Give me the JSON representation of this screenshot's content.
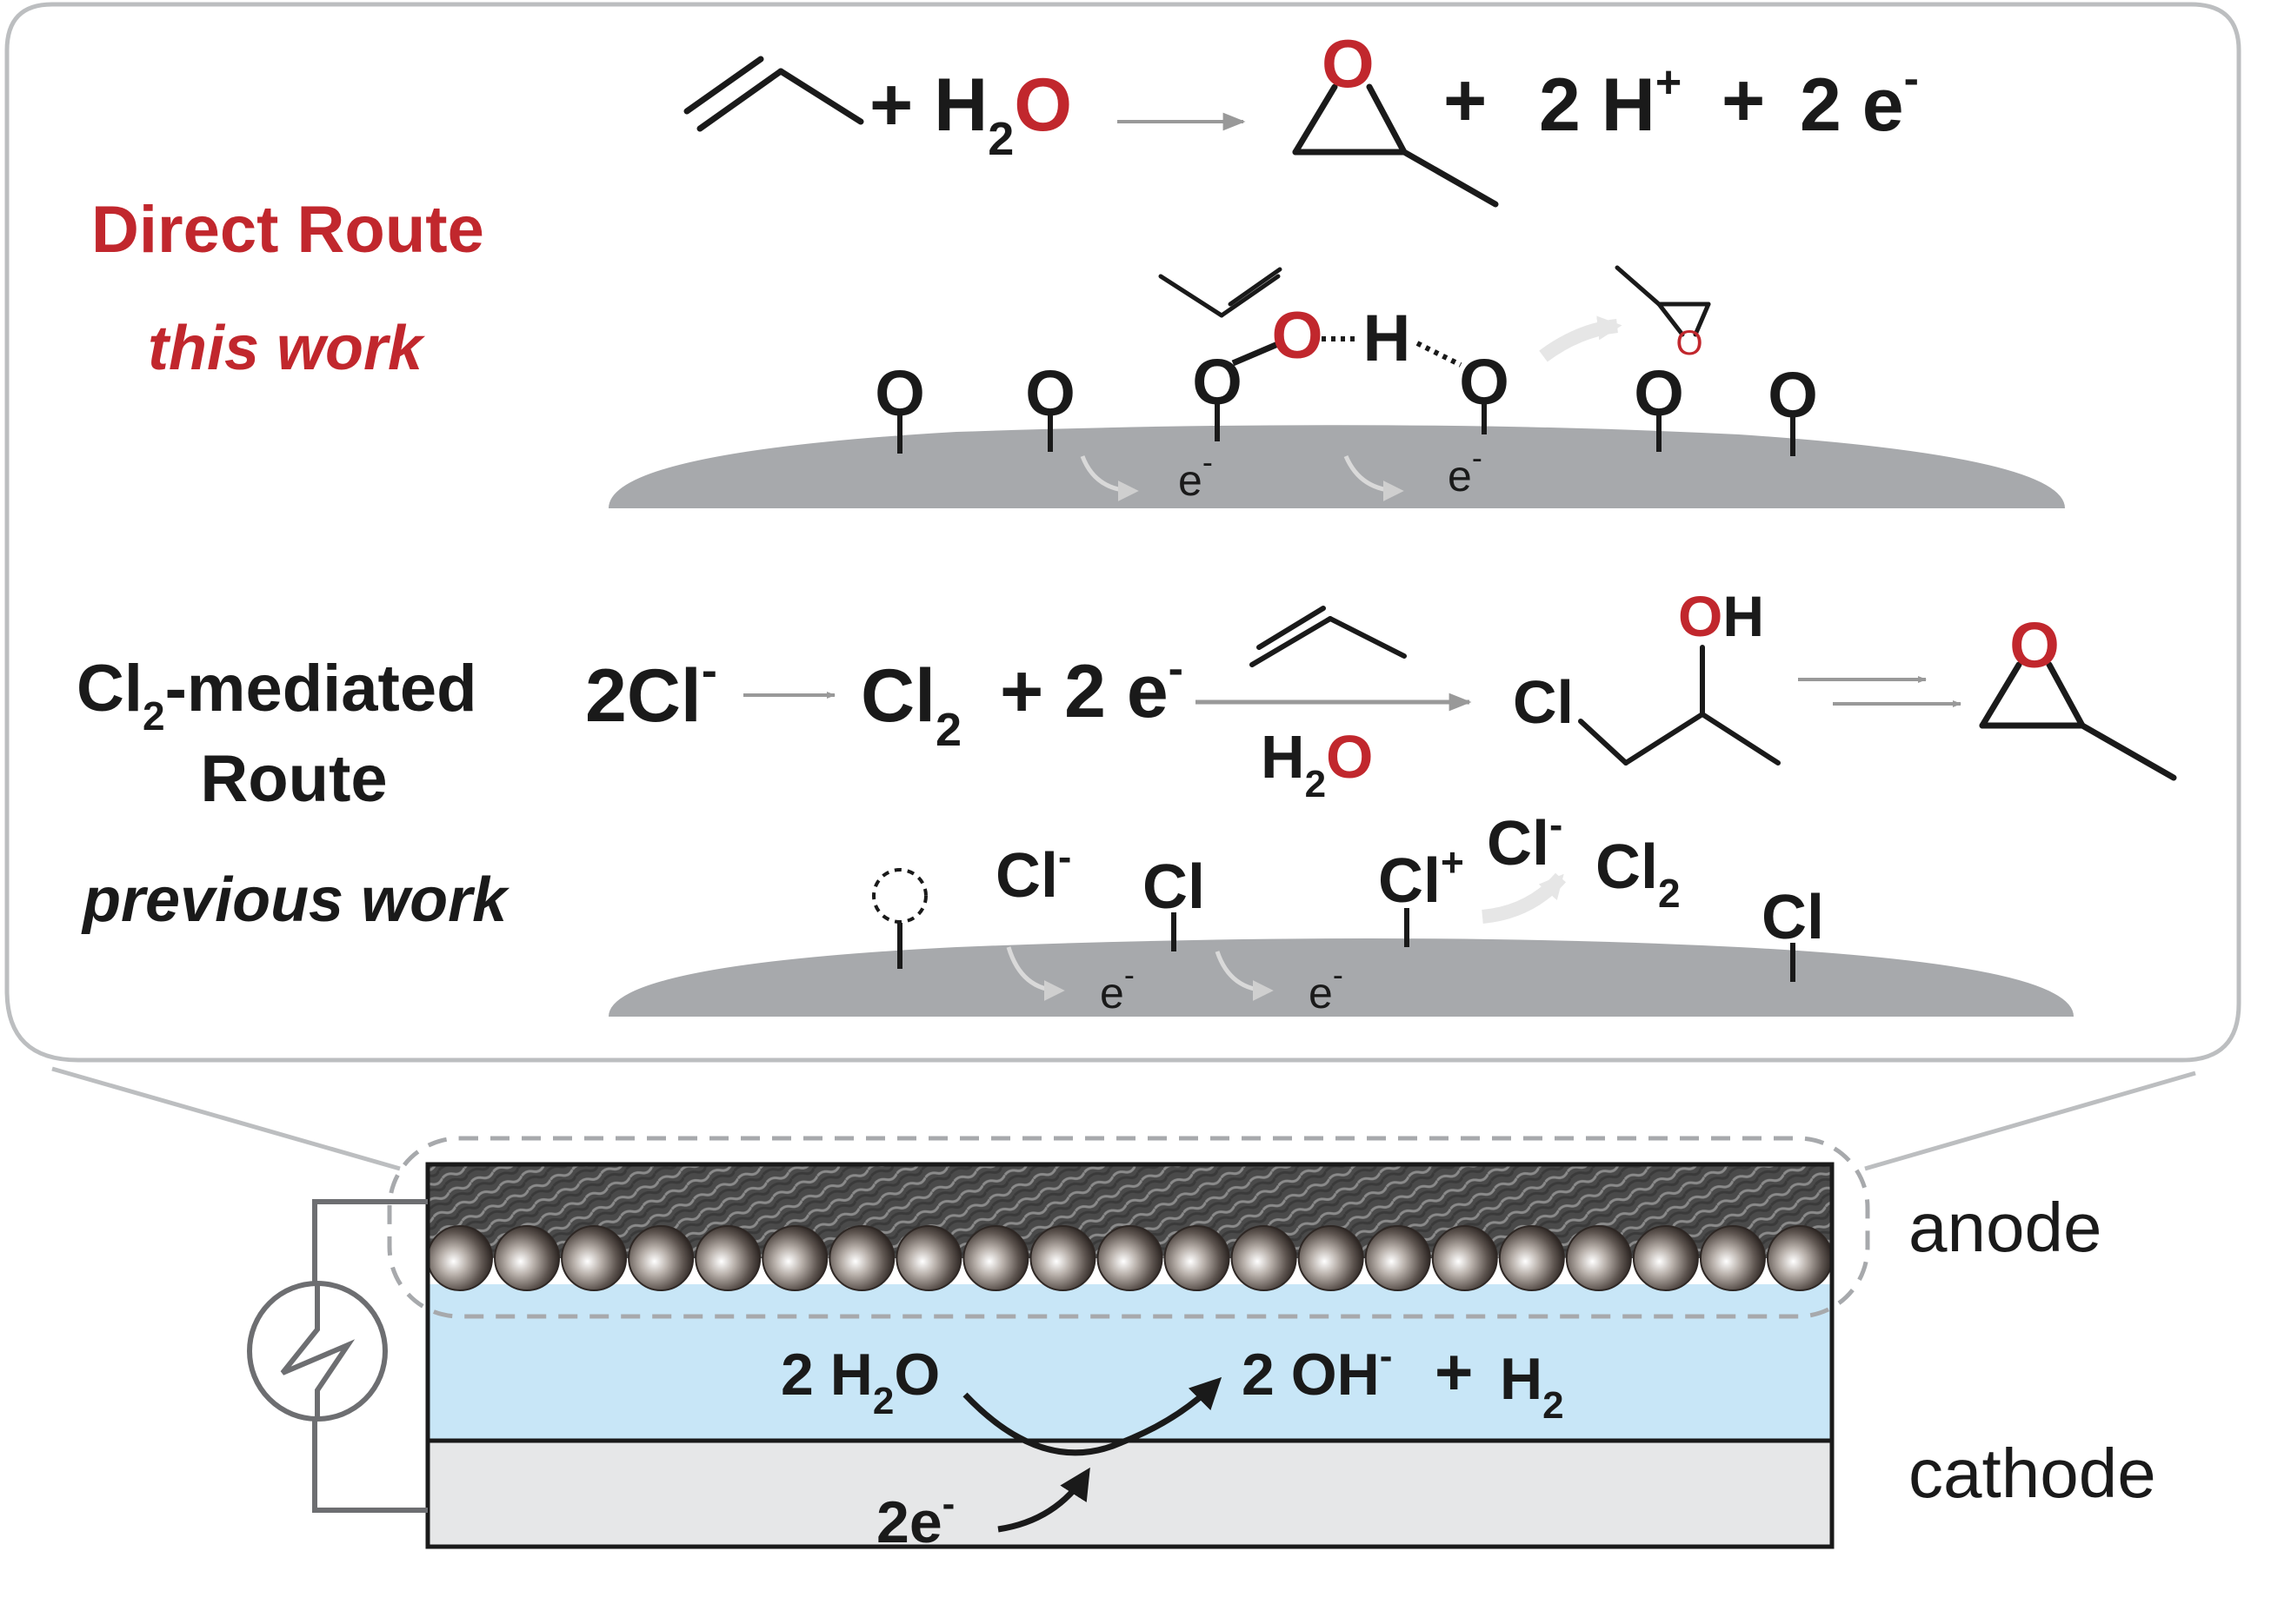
{
  "direct_route": {
    "title": "Direct Route",
    "subtitle": "this work",
    "equation": {
      "plus_water": "+ H",
      "water_sub": "2",
      "water_o": "O",
      "epoxide_o": "O",
      "products_plus1": "+",
      "protons": "2 H",
      "proton_sup": "+",
      "plus2": "+",
      "electrons": "2 e",
      "electron_sup": "-"
    },
    "surface": {
      "sites": [
        "O",
        "O",
        "O",
        "O",
        "O",
        "O"
      ],
      "bridge_o": "O",
      "bridge_h": "H",
      "product_o": "O",
      "electron_labels": [
        "e",
        "e"
      ],
      "electron_sup": "-"
    }
  },
  "cl2_route": {
    "title_line1_a": "Cl",
    "title_line1_sub": "2",
    "title_line1_b": "-mediated",
    "title_line2": "Route",
    "subtitle": "previous work",
    "equation": {
      "chloride": "2Cl",
      "chloride_sup": "-",
      "chlorine": "Cl",
      "chlorine_sub": "2",
      "electrons": "+ 2 e",
      "electron_sup": "-",
      "water": "H",
      "water_sub": "2",
      "water_o": "O",
      "chlorohydrin_cl": "Cl",
      "chlorohydrin_oh_o": "O",
      "chlorohydrin_oh_h": "H",
      "epoxide_o": "O"
    },
    "surface": {
      "ion1": "Cl",
      "ion1_sup": "-",
      "site_cl1": "Cl",
      "site_clplus": "Cl",
      "site_clplus_sup": "+",
      "ion2": "Cl",
      "ion2_sup": "-",
      "cl2": "Cl",
      "cl2_sub": "2",
      "site_cl2": "Cl",
      "electron_labels": [
        "e",
        "e"
      ],
      "electron_sup": "-"
    }
  },
  "cell": {
    "anode_label": "anode",
    "cathode_label": "cathode",
    "reaction": {
      "reactant": "2 H",
      "reactant_sub": "2",
      "reactant_o": "O",
      "product1": "2 OH",
      "product1_sup": "-",
      "plus": "+",
      "product2": "H",
      "product2_sub": "2"
    },
    "electrons": "2e",
    "electrons_sup": "-",
    "sphere_count": 21
  },
  "colors": {
    "accent_red": "#c1272d",
    "ink": "#1a1a1a",
    "surface_gray": "#a7a9ac",
    "electrolyte_blue": "#c8e6f7",
    "cathode_gray": "#e6e7e8",
    "panel_border": "#bcbec0",
    "arrow_gray": "#999999"
  }
}
